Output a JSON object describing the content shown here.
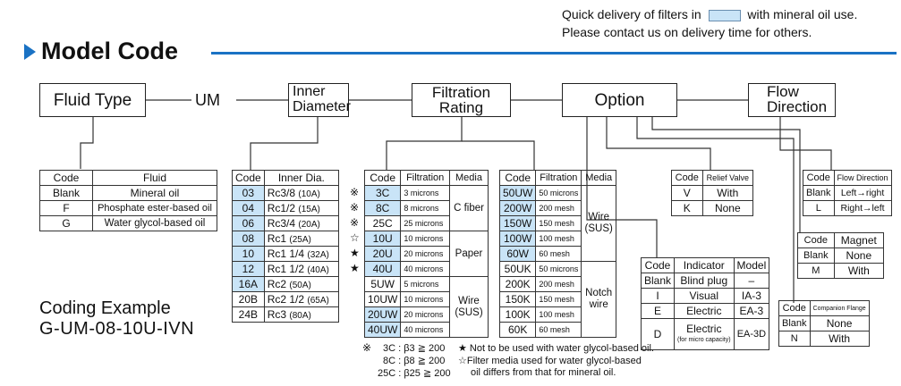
{
  "notice": {
    "line1a": "Quick delivery of filters in",
    "line1b": "with mineral oil use.",
    "line2": "Please contact us on delivery time for others.",
    "highlight_color": "#c9e4f7"
  },
  "heading": "Model Code",
  "fields": {
    "fluid_type": "Fluid Type",
    "um": "UM",
    "inner_diameter": [
      "Inner",
      "Diameter"
    ],
    "filtration_rating": [
      "Filtration",
      "Rating"
    ],
    "option": "Option",
    "flow_direction": [
      "Flow",
      "Direction"
    ]
  },
  "fluid_table": {
    "headers": [
      "Code",
      "Fluid"
    ],
    "rows": [
      [
        "Blank",
        "Mineral oil"
      ],
      [
        "F",
        "Phosphate ester-based oil"
      ],
      [
        "G",
        "Water glycol-based oil"
      ]
    ]
  },
  "inner_table": {
    "headers": [
      "Code",
      "Inner Dia."
    ],
    "rows": [
      {
        "code": "03",
        "dia": "Rc3/8",
        "size": "(10A)",
        "hl": true
      },
      {
        "code": "04",
        "dia": "Rc1/2",
        "size": "(15A)",
        "hl": true
      },
      {
        "code": "06",
        "dia": "Rc3/4",
        "size": "(20A)",
        "hl": true
      },
      {
        "code": "08",
        "dia": "Rc1",
        "size": "(25A)",
        "hl": true
      },
      {
        "code": "10",
        "dia": "Rc1 1/4",
        "size": "(32A)",
        "hl": true
      },
      {
        "code": "12",
        "dia": "Rc1 1/2",
        "size": "(40A)",
        "hl": true
      },
      {
        "code": "16A",
        "dia": "Rc2",
        "size": "(50A)",
        "hl": true
      },
      {
        "code": "20B",
        "dia": "Rc2 1/2",
        "size": "(65A)",
        "hl": false
      },
      {
        "code": "24B",
        "dia": "Rc3",
        "size": "(80A)",
        "hl": false
      }
    ]
  },
  "filt_table1": {
    "headers": [
      "Code",
      "Filtration",
      "Media"
    ],
    "rows": [
      {
        "mark": "※",
        "code": "3C",
        "filt": "3 microns",
        "hl": true
      },
      {
        "mark": "※",
        "code": "8C",
        "filt": "8 microns",
        "hl": true
      },
      {
        "mark": "※",
        "code": "25C",
        "filt": "25 microns",
        "hl": false
      },
      {
        "mark": "☆",
        "code": "10U",
        "filt": "10 microns",
        "hl": true
      },
      {
        "mark": "★",
        "code": "20U",
        "filt": "20 microns",
        "hl": true
      },
      {
        "mark": "★",
        "code": "40U",
        "filt": "40 microns",
        "hl": true
      },
      {
        "mark": "",
        "code": "5UW",
        "filt": "5 microns",
        "hl": false
      },
      {
        "mark": "",
        "code": "10UW",
        "filt": "10 microns",
        "hl": false
      },
      {
        "mark": "",
        "code": "20UW",
        "filt": "20 microns",
        "hl": true
      },
      {
        "mark": "",
        "code": "40UW",
        "filt": "40 microns",
        "hl": true
      }
    ],
    "media": [
      "C fiber",
      "Paper",
      "Wire (SUS)"
    ]
  },
  "filt_table2": {
    "headers": [
      "Code",
      "Filtration",
      "Media"
    ],
    "rows": [
      {
        "code": "50UW",
        "filt": "50 microns",
        "hl": true
      },
      {
        "code": "200W",
        "filt": "200 mesh",
        "hl": true
      },
      {
        "code": "150W",
        "filt": "150 mesh",
        "hl": true
      },
      {
        "code": "100W",
        "filt": "100 mesh",
        "hl": true
      },
      {
        "code": "60W",
        "filt": "60 mesh",
        "hl": true
      },
      {
        "code": "50UK",
        "filt": "50 microns",
        "hl": false
      },
      {
        "code": "200K",
        "filt": "200 mesh",
        "hl": false
      },
      {
        "code": "150K",
        "filt": "150 mesh",
        "hl": false
      },
      {
        "code": "100K",
        "filt": "100 mesh",
        "hl": false
      },
      {
        "code": "60K",
        "filt": "60 mesh",
        "hl": false
      }
    ],
    "media": [
      "Wire (SUS)",
      "Notch wire"
    ]
  },
  "relief_table": {
    "headers": [
      "Code",
      "Relief Valve"
    ],
    "rows": [
      [
        "V",
        "With"
      ],
      [
        "K",
        "None"
      ]
    ]
  },
  "indicator_table": {
    "headers": [
      "Code",
      "Indicator",
      "Model"
    ],
    "rows": [
      [
        "Blank",
        "Blind plug",
        "–"
      ],
      [
        "I",
        "Visual",
        "IA-3"
      ],
      [
        "E",
        "Electric",
        "EA-3"
      ],
      [
        "D",
        "Electric",
        "EA-3D"
      ]
    ],
    "d_note": "(for micro capacity)"
  },
  "magnet_table": {
    "headers": [
      "Code",
      "Magnet"
    ],
    "rows": [
      [
        "Blank",
        "None"
      ],
      [
        "M",
        "With"
      ]
    ]
  },
  "flange_table": {
    "headers": [
      "Code",
      "Companion Flange"
    ],
    "rows": [
      [
        "Blank",
        "None"
      ],
      [
        "N",
        "With"
      ]
    ]
  },
  "flow_table": {
    "headers": [
      "Code",
      "Flow Direction"
    ],
    "rows": [
      [
        "Blank",
        "Left→right"
      ],
      [
        "L",
        "Right→left"
      ]
    ]
  },
  "coding_example": {
    "title": "Coding Example",
    "value": "G-UM-08-10U-IVN"
  },
  "footnotes": {
    "beta_mark": "※",
    "beta": [
      "3C : β3 ≧ 200",
      "8C : β8 ≧ 200",
      "25C : β25 ≧ 200"
    ],
    "star1": "★ Not to be used with water glycol-based oil.",
    "star2a": "☆Filter media used for water glycol-based",
    "star2b": "oil differs from that for mineral oil."
  },
  "colors": {
    "accent": "#1a72c4",
    "highlight": "#c9e4f7"
  }
}
